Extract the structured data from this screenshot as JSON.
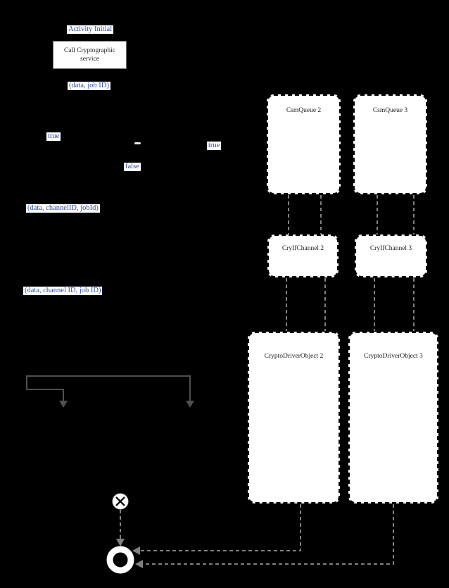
{
  "diagram": {
    "title_hint": "Crypto service activity diagram",
    "colors": {
      "background": "#000000",
      "annotation_blue": "#2e4fa3",
      "dashed_connector_gray": "#808080",
      "solid_arrow_gray": "#4f4f4f",
      "node_fill": "#ffffff"
    },
    "initial": {
      "label": "Activity Initial"
    },
    "action": {
      "label": "Call Cryptographic service"
    },
    "annotations": {
      "data_job": "(data, job ID)",
      "true_left": "true",
      "true_right": "true",
      "false_label": "false",
      "data_channelid_jobid": "(data, channelID, jobId)",
      "data_channel_id_job_id": "(data, channel ID, job ID)"
    },
    "partitions": {
      "csm_queue_2": "CsmQueue 2",
      "csm_queue_3": "CsmQueue 3",
      "cryif_channel_2": "CryIfChannel 2",
      "cryif_channel_3": "CryIfChannel 3",
      "crypto_driver_object_2": "CryptoDriverObject 2",
      "crypto_driver_object_3": "CryptoDriverObject 3"
    },
    "terminators": {
      "flow_final": "flow-final (circled X)",
      "activity_final": "activity-final (ring)"
    }
  }
}
